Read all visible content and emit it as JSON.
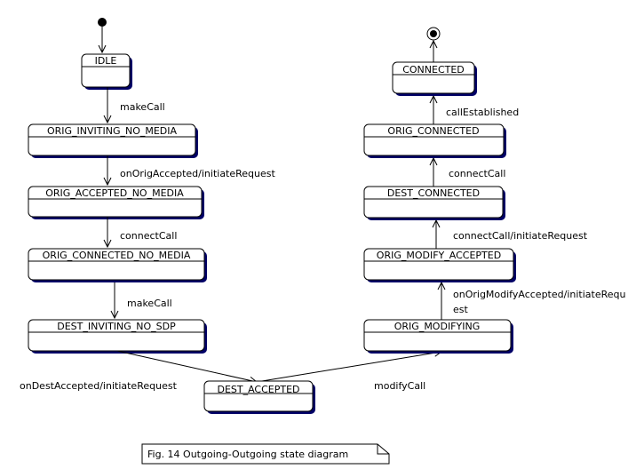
{
  "states": {
    "idle": "IDLE",
    "orig_inviting_no_media": "ORIG_INVITING_NO_MEDIA",
    "orig_accepted_no_media": "ORIG_ACCEPTED_NO_MEDIA",
    "orig_connected_no_media": "ORIG_CONNECTED_NO_MEDIA",
    "dest_inviting_no_sdp": "DEST_INVITING_NO_SDP",
    "dest_accepted": "DEST_ACCEPTED",
    "orig_modifying": "ORIG_MODIFYING",
    "orig_modify_accepted": "ORIG_MODIFY_ACCEPTED",
    "dest_connected": "DEST_CONNECTED",
    "orig_connected": "ORIG_CONNECTED",
    "connected": "CONNECTED"
  },
  "transitions": {
    "make_call_1": "makeCall",
    "on_orig_accepted": "onOrigAccepted/initiateRequest",
    "connect_call_1": "connectCall",
    "make_call_2": "makeCall",
    "on_dest_accepted": "onDestAccepted/initiateRequest",
    "modify_call": "modifyCall",
    "on_orig_modify_accepted_line1": "onOrigModifyAccepted/initiateRequ",
    "on_orig_modify_accepted_line2": "est",
    "connect_call_initiate": "connectCall/initiateRequest",
    "connect_call_2": "connectCall",
    "call_established": "callEstablished"
  },
  "note": "Fig. 14 Outgoing-Outgoing state diagram"
}
